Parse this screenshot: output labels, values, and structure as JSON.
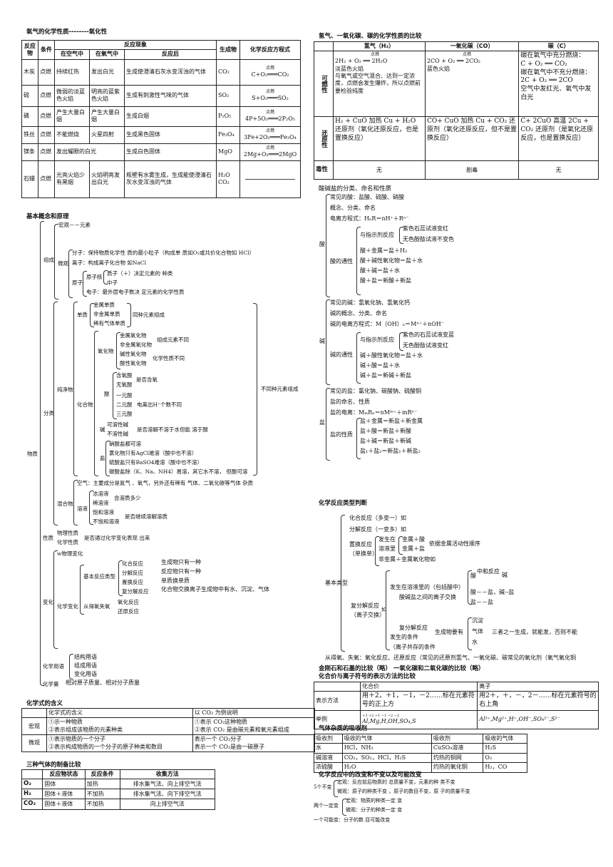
{
  "oxygen": {
    "title": "氧气的化学性质--------氧化性",
    "headers": [
      "反应物",
      "条件",
      "反应现象",
      "在空气中",
      "在氧气中",
      "反应后",
      "生成物",
      "化学反应方程式"
    ],
    "rows": [
      {
        "r": "木炭",
        "cond": "点燃",
        "air": "持续红热",
        "o2": "发出白光",
        "after": "生成使澄清石灰水变浑浊的气体",
        "prod": "CO₂",
        "eq": "C+O₂═══CO₂",
        "eqc": "点燃"
      },
      {
        "r": "硫",
        "cond": "点燃",
        "air": "微弱的淡蓝色火焰",
        "o2": "明亮的蓝紫色火焰",
        "after": "生成有刺激性气味的气体",
        "prod": "SO₂",
        "eq": "S+O₂═══SO₂",
        "eqc": "点燃"
      },
      {
        "r": "磷",
        "cond": "点燃",
        "air": "产生大量白烟",
        "o2": "产生大量白烟",
        "after": "生成白烟",
        "prod": "P₂O₅",
        "eq": "4P+5O₂═══2P₂O₅",
        "eqc": "点燃"
      },
      {
        "r": "铁丝",
        "cond": "点燃",
        "air": "不能燃烧",
        "o2": "火星四射",
        "after": "生成黑色固体",
        "prod": "Fe₃O₄",
        "eq": "3Fe+2O₂═══Fe₃O₄",
        "eqc": "点燃"
      },
      {
        "r": "镁条",
        "cond": "点燃",
        "air": "发出耀眼的白光",
        "o2": "",
        "after": "生成白色固体",
        "prod": "MgO",
        "eq": "2Mg+O₂═══2MgO",
        "eqc": "点燃"
      },
      {
        "r": "石蜡",
        "cond": "点燃",
        "air": "光亮火焰少有黑烟",
        "o2": "火焰明亮发出白光",
        "after": "瓶壁有水雾生成，生成能使澄清石灰水变浑浊的气体",
        "prod": "H₂O CO₂",
        "eq": "",
        "eqc": ""
      }
    ]
  },
  "hco": {
    "title": "氢气、一氧化碳、碳的化学性质的比较",
    "h": [
      "氢气（H₂）",
      "一氧化碳（CO）",
      "碳（C）"
    ],
    "r1": "可燃性",
    "h2_comb": "2H₂ + O₂ ══ 2H₂O",
    "h2_comb2": "淡蓝色火焰",
    "h2_comb3": "与氧气或空气混合、达到一定浓度，点燃会发生爆炸，所以点燃前要检验纯度",
    "co_comb": "2CO + O₂ ══ 2CO₂",
    "co_comb2": "蓝色火焰",
    "c_comb1": "碳在氧气中充分燃烧：",
    "c_comb2": "C + O₂ ══ CO₂",
    "c_comb3": "碳在氧气中不充分燃烧：",
    "c_comb4": "2C + O₂ ══ 2CO",
    "c_comb5": "空气中发红光、氧气中发白光",
    "ign": "点燃",
    "r2": "还原性",
    "h2_red": "H₂ + CuO 加热 Cu + H₂O 还原剂（氧化还原反应，也是置换反应）",
    "co_red": "CO+ CuO 加热 Cu + CO₂ 还原剂（氧化还原反应，但不是置换反应）",
    "c_red": "C+ 2CuO 高温 2Cu + CO₂ 还原剂（是氧化还原反应，也是置换反应）",
    "r3": "毒性",
    "h2_tox": "无",
    "co_tox": "剧毒",
    "c_tox": "无"
  },
  "basic": {
    "title": "基本概念和原理",
    "items": {
      "macro": "宏观－－元素",
      "zucheng": "组成",
      "micro": "微观",
      "mol": "分子：保持物质化学性 质的最小粒子（构成单 质如O₂或共价化合物如 HCl）",
      "ion": "离子：构成离子化合物 如NaCl",
      "atom": "原子",
      "nucleus": "原子核",
      "proton": "质子（＋）决定元素的 种类",
      "neutron": "中子",
      "electron": "电子：最外层电子数决 定元素的化学性质",
      "metal": "金属单质",
      "nonmetal": "非金属单质",
      "noble": "稀有气体单质",
      "danzhi": "单质",
      "same": "同种元素组成",
      "mo": "金属氧化物",
      "nmo": "非金属氧化物",
      "bo": "碱性氧化物",
      "ao": "酸性氧化物",
      "oxide": "氧化物",
      "two": "组成元素不同",
      "prop": "化学性质不同",
      "oxyacid": "含氧酸",
      "nonoxy": "无氧酸",
      "acid": "酸",
      "o_or": "是否含氧",
      "mono": "一元酸",
      "di": "二元酸",
      "tri": "三元酸",
      "hion": "电离出H⁺个数不同",
      "compound": "化合物",
      "pure": "纯净物",
      "diff": "不同种元素组成",
      "sb": "可溶性碱",
      "isb": "不溶性碱",
      "base": "碱",
      "sol": "是否溶解不溶于水但能 溶于酸",
      "salt": "盐",
      "s1": "硝酸盐都可溶",
      "s2": "氯化物只有AgCl难溶（酸中也不溶）",
      "s3": "硫酸盐只有BaSO4难溶（酸中也不溶）",
      "s4": "碳酸盐除（K、Na、NH4）易溶，其它水不溶， 但酸可溶",
      "class": "分类",
      "matter": "物质",
      "air": "空气：主要成分是氮气 、氧气，另外还有稀有 气体、二氧化碳等气体 杂质",
      "mix": "混合物",
      "solution": "溶液",
      "conc": "浓溶液",
      "dil": "稀溶液",
      "solute": "含溶质多少",
      "sat": "饱和溶液",
      "unsat": "不饱和溶液",
      "dis": "是否继续溶解溶质",
      "phys": "物理性质",
      "chem": "化学性质",
      "nature": "性质",
      "expr": "是否通过化学变化表现 出来",
      "pc": "w物理变化",
      "change": "变化",
      "cc": "化学变化",
      "brt": "基本反应类型",
      "comb": "化合反应",
      "dec": "分解反应",
      "disp": "置换反应",
      "dd": "复分解反应",
      "comb2": "生成物只有一种",
      "dec2": "反应物只有一种",
      "disp2": "单质换单质",
      "dd2": "化合物交换离子生成物中有水、沉淀、气体",
      "redox": "从得氧失氧",
      "ox": "氧化反应",
      "rd": "还原反应",
      "chemlang": "化学用语",
      "cl1": "结构用语",
      "cl2": "组成用语",
      "cl3": "变化用语",
      "chemqty": "化学量",
      "cq": "相对原子质量、相对分子质量"
    }
  },
  "formula": {
    "title": "化学式的含义",
    "h1": "化学式的含义",
    "h2": "以 CO₂ 为例说明",
    "m": "宏观",
    "m1": "①示一种物质",
    "m2": "②表示组成该物质的元素种类",
    "m3": "①表示 CO₂这种物质",
    "m4": "②表示 CO₂ 是由碳元素和氧元素组成",
    "mi": "微观",
    "mi1": "①表示物质的一个分子",
    "mi2": "②表示构成物质的一个分子的原子种类和数目",
    "mi3": "表示一个 CO₂分子",
    "mi4": "表示一个 CO₂是由一碳原子"
  },
  "gases": {
    "title": "三种气体的制备比较",
    "h": [
      "",
      "反应物状态",
      "反应条件",
      "收集方法"
    ],
    "rows": [
      [
        "O₂",
        "固体",
        "加热",
        "排水集气法、向上排空气法"
      ],
      [
        "H₂",
        "固体＋液体",
        "不加热",
        "排水集气法、向下排空气法"
      ],
      [
        "CO₂",
        "固体＋液体",
        "不加热",
        "向上排空气法"
      ]
    ]
  },
  "abs": {
    "acid_title": "酸碱盐的分类、命名和性质",
    "a1": "常见的酸：盐酸、硫酸、硝酸",
    "a2": "概念、分类、命名",
    "a3": "电离方程式：HₙR＝nH⁺＋Rⁿ⁻",
    "a4": "与指示剂反应",
    "a5": "紫色石蕊试液变红",
    "a6": "无色酚酞试液不变色",
    "a7": "酸＋金属＝盐＋H₂",
    "a8": "酸＋碱性氧化物＝盐＋水",
    "a9": "酸＋碱＝盐＋水",
    "a10": "酸＋盐＝新酸＋新盐",
    "acid": "酸",
    "prop": "酸的通性",
    "b1": "常见的碱：氢氧化钠、氢氧化钙",
    "b2": "碱的概念、分类、命名",
    "b3": "碱的电离方程式：M（OH）ₙ＝Mⁿ⁺＋nOH⁻",
    "b4": "与指示剂反应",
    "b5": "紫色的石蕊试液变蓝",
    "b6": "无色酚酞试液变红",
    "b7": "碱＋酸性氧化物＝盐＋水",
    "b8": "碱＋酸＝盐＋水",
    "b9": "碱＋盐＝新碱＋新盐",
    "base": "碱",
    "bprop": "碱的通性",
    "s1": "常见的盐：氯化钠、碳酸钠、硫酸铜",
    "s2": "盐的命名、性质",
    "s3": "盐的电离：MₘRₙ＝nMᵐ⁺＋mRⁿ⁻",
    "s4": "盐＋金属＝新盐＋新金属",
    "s5": "盐＋酸＝新盐＋新酸",
    "s6": "盐＋碱＝新盐＋新碱",
    "s7": "盐₁＋盐₂＝新盐₁＋新盐₂",
    "salt": "盐",
    "sprop": "盐的性质"
  },
  "rtype": {
    "title": "化学反应类型判断",
    "t1": "化合反应（多变一）如",
    "t2": "分解反应（一变多）如",
    "t3": "置换反应",
    "t3b": "（单换单）",
    "t4": "发生在",
    "t5": "溶液里",
    "t6": "金属＋酸",
    "t7": "金属＋盐",
    "t8": "依据金属活动性顺序",
    "t9": "非金属＋金属氧化物如",
    "basic": "基本类型",
    "t10": "发生在溶液里的（包括酸中）",
    "t11": "酸碱盐之间的离子交换",
    "t12": "酸",
    "t13": "中和反应",
    "t14": "碱",
    "t15": "酸－－盐，碱--盐",
    "t16": "盐－－盐",
    "t17": "复分解反应",
    "t18": "（离子交换）",
    "t19": "如",
    "t20": "复分解反应",
    "t21": "发生的条件",
    "t22": "（离子共存的条件",
    "t23": "生成物要有",
    "t24": "沉淀",
    "t25": "气体",
    "t26": "水",
    "t27": "三者之一生成，就能发，否则不能",
    "t28": "从得氧、失氧：氧化反应、还原反应（常见的还原剂氢气、一氧化碳、碳常见的氧化剂（氧气氧化铜"
  },
  "misc": {
    "t1": "金刚石和石墨的比较（略）  一氧化碳和二氧化碳的比较（略）",
    "t2": "化合价与离子符号的表示方法的比较",
    "hv": "化合价",
    "hi": "离子",
    "rep": "表示方法",
    "rep1": "用＋2，＋1，－1，－2……标在元素符号的正上方",
    "rep2": "用2＋，＋，－，2－……标在元素符号的右上角",
    "ex": "举例",
    "ex1": "Al,Mg,H,OH,SO₄,S",
    "ex1s": "+3    +2   +1   −1    −2      −2",
    "ex2": "Al³⁺,Mg²⁺,H⁺,OH⁻,SO₄²⁻,S²⁻"
  },
  "absorb": {
    "title": "气体杂质的吸收剂",
    "h": [
      "吸收剂",
      "吸收的气体",
      "吸收剂",
      "吸收的气体"
    ],
    "rows": [
      [
        "水",
        "HCl，NH₃",
        "CuSO₄溶液",
        "H₂S"
      ],
      [
        "碱溶液",
        "CO₂，SO₂，HCl，H₂S",
        "灼热的铜网",
        "O₂"
      ],
      [
        "浓硫酸",
        "H₂O",
        "灼热的氧化铜",
        "H₂，CO"
      ]
    ]
  },
  "change": {
    "title": "化学反应中的改变和不变以及可能改变",
    "five": "5个不变",
    "f1": "宏观：反应前后物质的 总质量不变，元素的种 类不变",
    "f2": "微观：原子的种类不变 ，原子的数目不变，原 子的质量不变",
    "two": "两个一定变",
    "w1": "宏观：物质的种类一定 变",
    "w2": "微观：分子的种类一定 变",
    "may": "一个可能变：分子的数 目可能改变"
  }
}
